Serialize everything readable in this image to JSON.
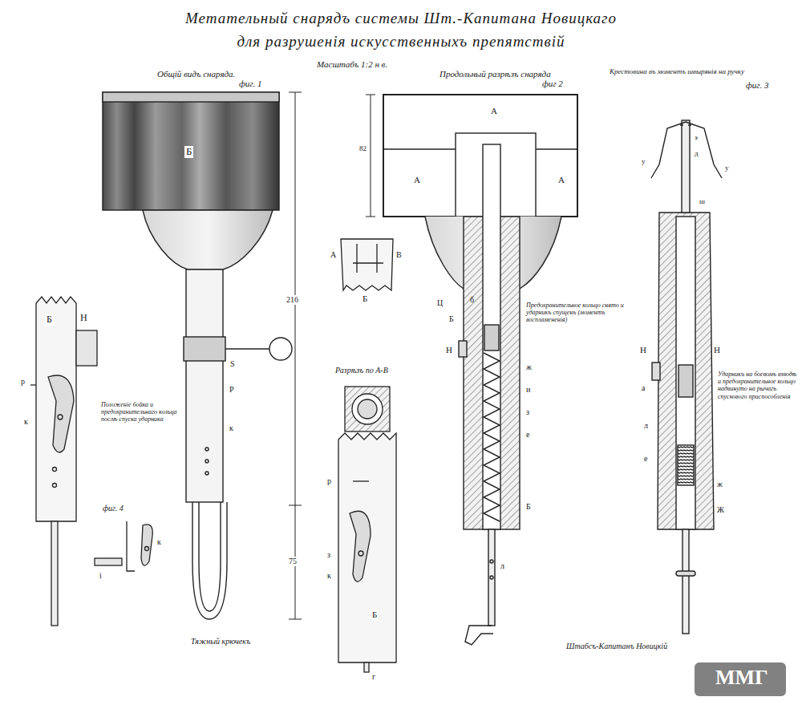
{
  "diagram": {
    "title": "Метательный снарядъ системы Шт.-Капитана Новицкаго для разрушенія искусственныхъ препятствій",
    "labels": [
      "Масштабъ 1:2 н в.",
      "Общій видъ снаряда.",
      "фиг. 1",
      "Продольный разрѣзъ снаряда",
      "фиг 2",
      "Крестовина въ моментъ швырянія на ручку",
      "фиг. 3",
      "Б",
      "216",
      "75",
      "S",
      "Р",
      "к",
      "Тяжный крючекъ",
      "Б",
      "Н",
      "р",
      "к",
      "Положеніе бойка и предохранительнаго кольца послѣ спуска ударника",
      "фиг. 4",
      "к",
      "i",
      "А",
      "В",
      "Б",
      "Разрѣзъ по А-В",
      "р",
      "з",
      "к",
      "Б",
      "г",
      "А",
      "А",
      "А",
      "82",
      "Ц",
      "б",
      "Б",
      "Н",
      "Предохранительное кольцо снято и ударникъ спущенъ (моментъ воспламененія)",
      "ж",
      "и",
      "з",
      "е",
      "Б",
      "л",
      "э",
      "д",
      "у",
      "у",
      "ш",
      "Н",
      "Н",
      "а",
      "Ударникъ на боевомъ взводѣ и предохранительное кольцо надвинуто на рычагъ спускового приспособленія",
      "л",
      "е",
      "ж",
      "Ж",
      "Штабсъ-Капитанъ Новицкій",
      "ММГ"
    ]
  }
}
